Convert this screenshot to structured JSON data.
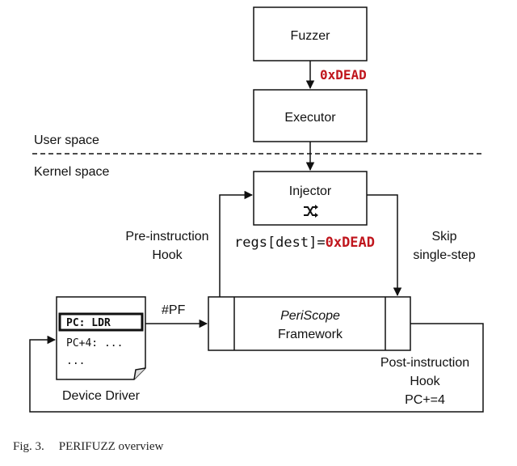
{
  "boxes": {
    "fuzzer": "Fuzzer",
    "executor": "Executor",
    "injector": "Injector",
    "framework_italic": "PeriScope",
    "framework": "Framework"
  },
  "labels": {
    "value_arrow": "0xDEAD",
    "user_space": "User space",
    "kernel_space": "Kernel space",
    "pre_hook_line1": "Pre-instruction",
    "pre_hook_line2": "Hook",
    "regs_prefix": "regs[dest]=",
    "regs_value": "0xDEAD",
    "skip_line1": "Skip",
    "skip_line2": "single-step",
    "pf": "#PF",
    "post_hook_line1": "Post-instruction",
    "post_hook_line2": "Hook",
    "post_hook_line3": "PC+=4"
  },
  "driver": {
    "line1": "PC: LDR",
    "line2": "PC+4: ...",
    "line3": "...",
    "caption": "Device Driver"
  },
  "figure": {
    "number": "Fig. 3.",
    "title": "PERIFUZZ overview"
  },
  "icons": {
    "injector": "shuffle-icon"
  }
}
